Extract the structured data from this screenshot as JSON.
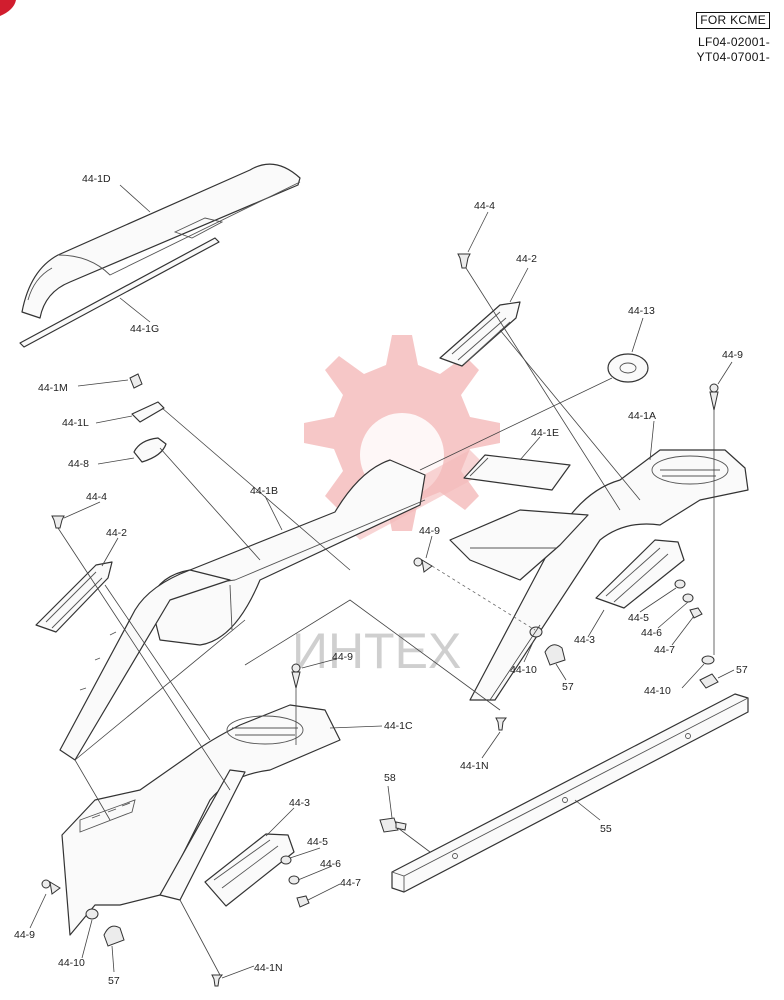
{
  "header": {
    "region_box": "FOR KCME",
    "serial_1": "LF04-02001-",
    "serial_2": "YT04-07001-"
  },
  "watermark": {
    "text": "ИНТЕХ",
    "color": "#f4b9b9"
  },
  "part_labels": {
    "p44_1D": "44-1D",
    "p44_1G": "44-1G",
    "p44_4_top": "44-4",
    "p44_2_top": "44-2",
    "p44_13": "44-13",
    "p44_9_topright": "44-9",
    "p44_1M": "44-1M",
    "p44_1L": "44-1L",
    "p44_8": "44-8",
    "p44_1E": "44-1E",
    "p44_1A": "44-1A",
    "p44_1B": "44-1B",
    "p44_4_left": "44-4",
    "p44_2_left": "44-2",
    "p44_9_center": "44-9",
    "p44_5_right": "44-5",
    "p44_3_right": "44-3",
    "p44_6_right": "44-6",
    "p44_7_right": "44-7",
    "p44_10_center": "44-10",
    "p57_center": "57",
    "p44_9_mid": "44-9",
    "p57_right": "57",
    "p44_10_right": "44-10",
    "p44_1C": "44-1C",
    "p44_1N_center": "44-1N",
    "p58": "58",
    "p55": "55",
    "p44_3_left": "44-3",
    "p44_5_left": "44-5",
    "p44_6_left": "44-6",
    "p44_7_left": "44-7",
    "p44_9_left": "44-9",
    "p44_10_left": "44-10",
    "p57_left": "57",
    "p44_1N_bottom": "44-1N"
  }
}
